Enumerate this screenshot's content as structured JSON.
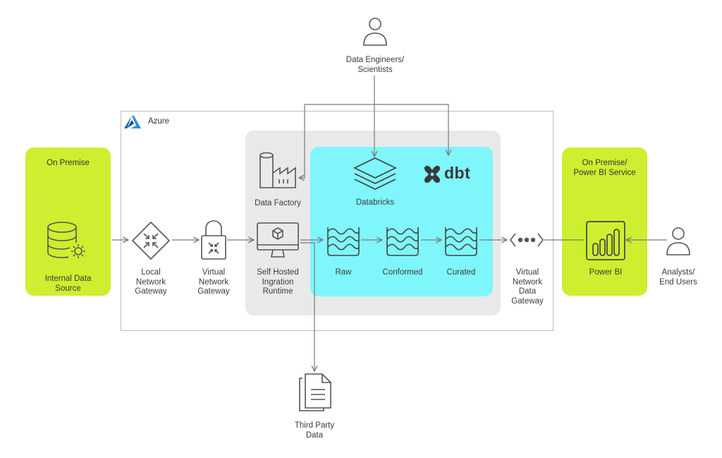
{
  "azure": {
    "label": "Azure"
  },
  "on_premise": {
    "title": "On Premise",
    "source_label": "Internal Data\nSource"
  },
  "on_premise_bi": {
    "title": "On Premise/\nPower BI Service",
    "power_bi_label": "Power BI"
  },
  "actors": {
    "engineers": "Data Engineers/\nScientists",
    "analysts": "Analysts/\nEnd Users"
  },
  "gateways": {
    "local": "Local\nNetwork\nGateway",
    "virtual": "Virtual\nNetwork\nGateway",
    "vnet_data": "Virtual\nNetwork\nData\nGateway"
  },
  "factory": {
    "data_factory": "Data Factory",
    "runtime": "Self Hosted\nIngration\nRuntime"
  },
  "lake": {
    "databricks": "Databricks",
    "dbt": "dbt",
    "raw": "Raw",
    "conformed": "Conformed",
    "curated": "Curated"
  },
  "third_party": "Third Party\nData",
  "colors": {
    "lime": "#cdef2f",
    "cyan": "#7ff6fb",
    "panel_gray": "#e9e9e9",
    "line": "#7a7a7a",
    "azure_blue": "#1f7fd1"
  }
}
